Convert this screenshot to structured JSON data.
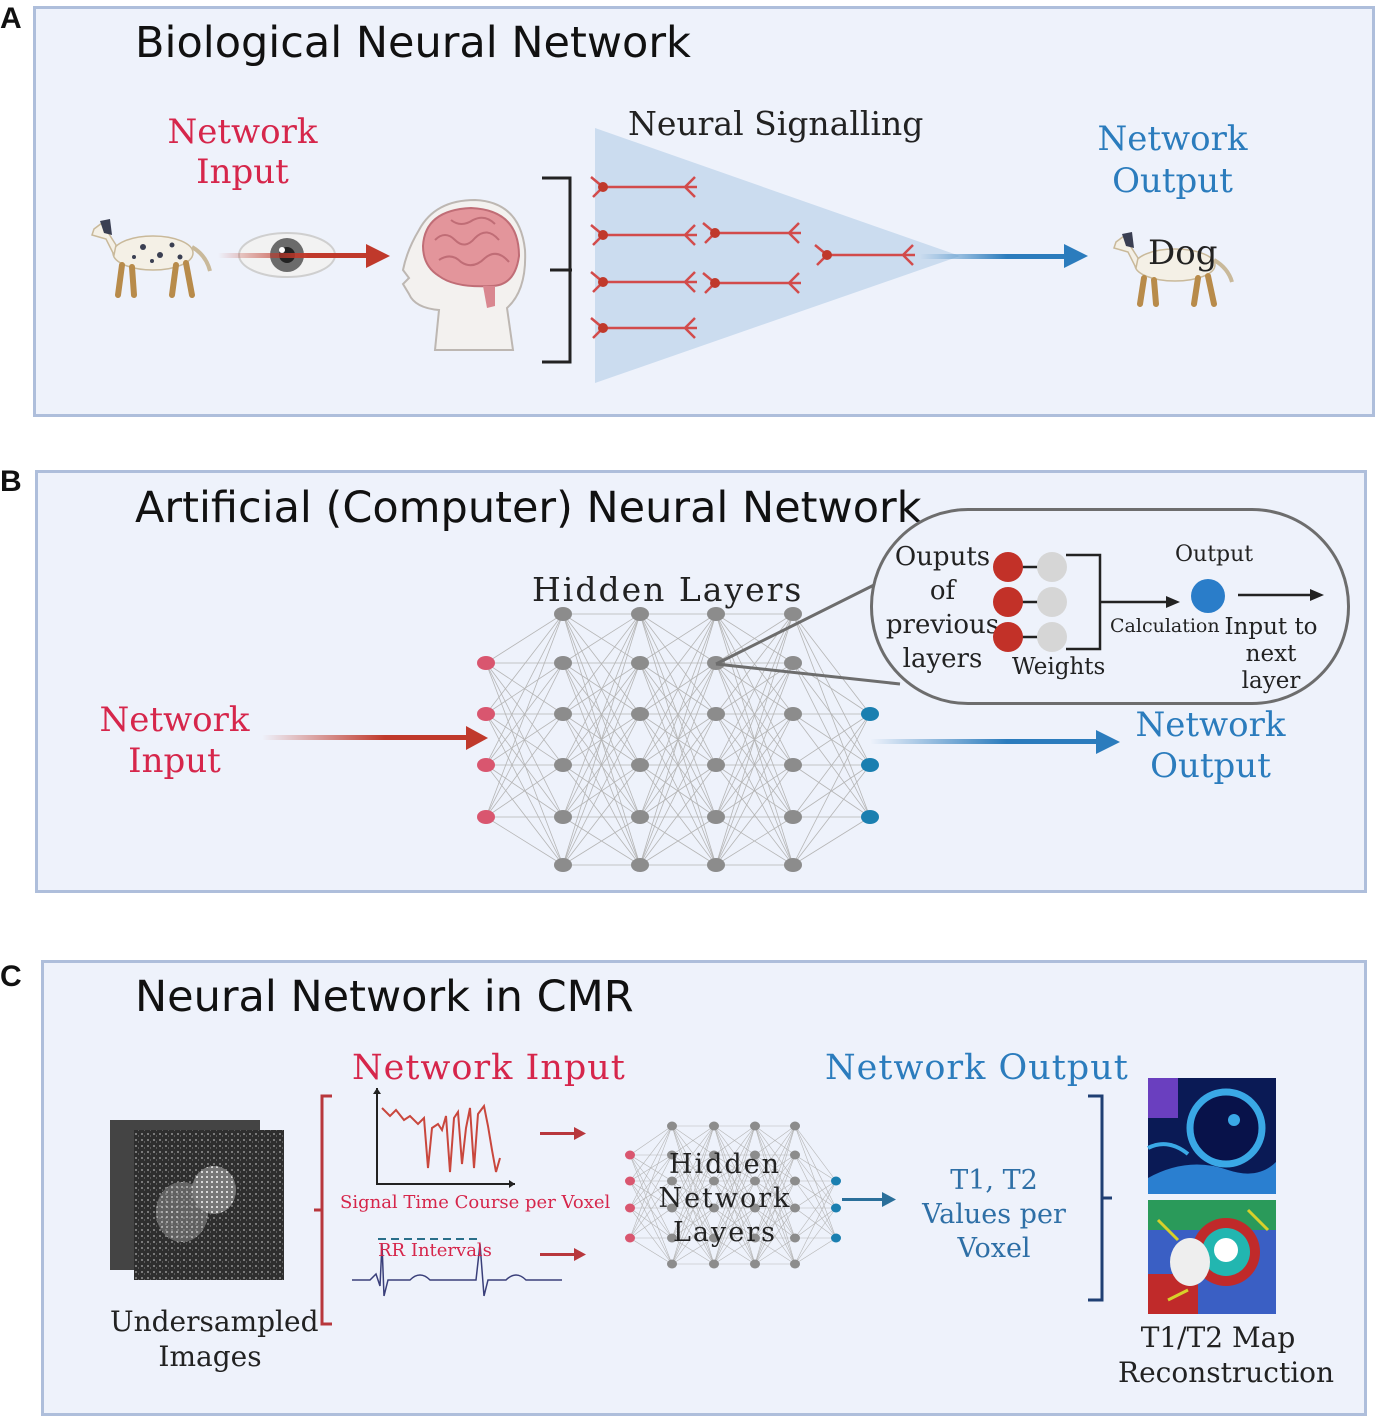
{
  "panels": {
    "a": {
      "label": "A",
      "title": "Biological Neural Network",
      "input_label_line1": "Network",
      "input_label_line2": "Input",
      "signalling_label": "Neural Signalling",
      "output_label_line1": "Network",
      "output_label_line2": "Output",
      "output_value": "Dog"
    },
    "b": {
      "label": "B",
      "title": "Artificial (Computer) Neural Network",
      "hidden_layers_label": "Hidden Layers",
      "input_label_line1": "Network",
      "input_label_line2": "Input",
      "output_label_line1": "Network",
      "output_label_line2": "Output",
      "callout": {
        "prev_line1": "Ouputs",
        "prev_line2": "of",
        "prev_line3": "previous",
        "prev_line4": "layers",
        "weights": "Weights",
        "calculation": "Calculation",
        "output": "Output",
        "next_line1": "Input to",
        "next_line2": "next",
        "next_line3": "layer"
      }
    },
    "c": {
      "label": "C",
      "title": "Neural Network in CMR",
      "input_heading": "Network Input",
      "output_heading": "Network Output",
      "signal_caption": "Signal Time Course per Voxel",
      "rr_caption": "RR Intervals",
      "undersampled_line1": "Undersampled",
      "undersampled_line2": "Images",
      "hidden_line1": "Hidden",
      "hidden_line2": "Network",
      "hidden_line3": "Layers",
      "values_line1": "T1, T2",
      "values_line2": "Values per",
      "values_line3": "Voxel",
      "map_line1": "T1/T2 Map",
      "map_line2": "Reconstruction"
    }
  },
  "colors": {
    "input_red": "#d6264b",
    "output_blue": "#2b7cbd",
    "neuron_red": "#c0392b",
    "node_grey": "#8c8c8c",
    "node_pink": "#d9566f",
    "node_teal": "#1a7fb0",
    "panel_bg": "#eef2fb",
    "panel_border": "#aebedb"
  },
  "icons": [
    "dog-icon",
    "eye-icon",
    "head-brain-icon",
    "neuron-icon",
    "arrow-icon",
    "mri-image-icon",
    "ecg-icon",
    "t1-map-icon",
    "t2-map-icon"
  ]
}
